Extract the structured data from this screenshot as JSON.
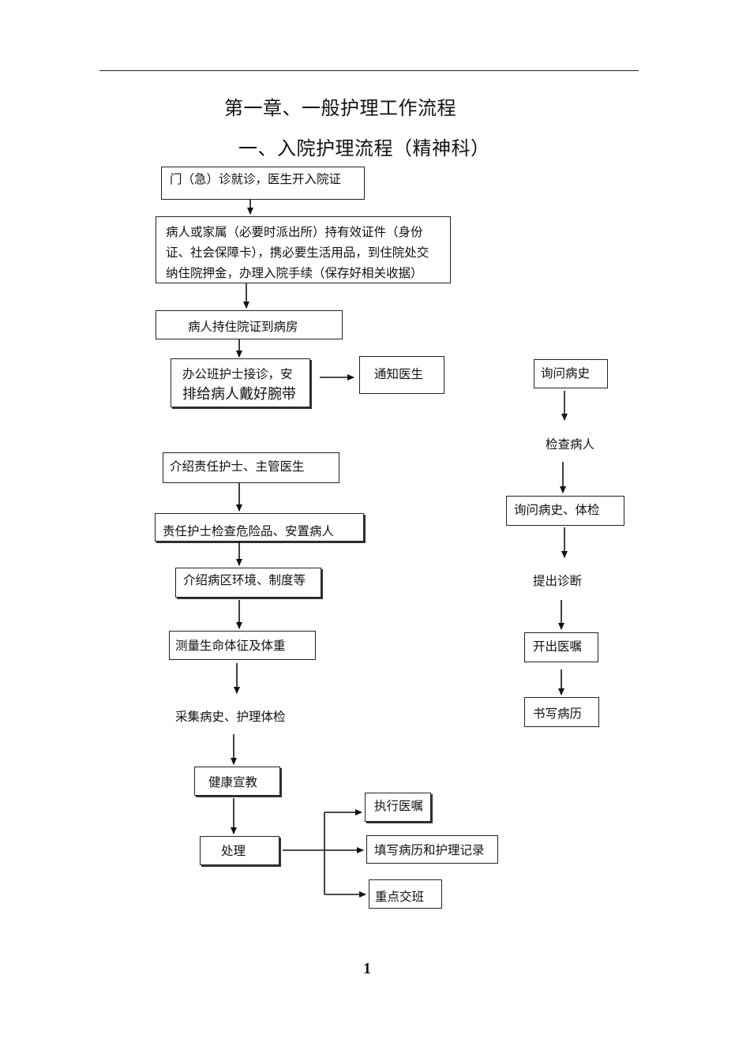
{
  "chapter_title": "第一章、一般护理工作流程",
  "section_title": "一、入院护理流程（精神科）",
  "left_flow": {
    "step1": "门（急）诊就诊，医生开入院证",
    "step2": "病人或家属（必要时派出所）持有效证件（身份证、社会保障卡），携必要生活用品，到住院处交纳住院押金，办理入院手续（保存好相关收据）",
    "step3": "病人持住院证到病房",
    "step4_line1": "办公班护士接诊，安",
    "step4_line2": "排给病人戴好腕带",
    "notify_doctor": "通知医生",
    "step5": "介绍责任护士、主管医生",
    "step6": "责任护士检查危险品、安置病人",
    "step7": "介绍病区环境、制度等",
    "step8": "测量生命体征及体重",
    "step9": "采集病史、护理体检",
    "step10": "健康宣教",
    "step11": "处理",
    "branch1": "执行医嘱",
    "branch2": "填写病历和护理记录",
    "branch3": "重点交班"
  },
  "right_flow": {
    "r1": "询问病史",
    "r2": "检查病人",
    "r3": "询问病史、体检",
    "r4": "提出诊断",
    "r5": "开出医嘱",
    "r6": "书写病历"
  },
  "page_number": "1"
}
